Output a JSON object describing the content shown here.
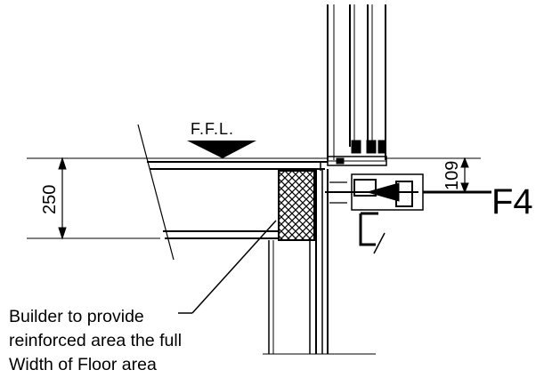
{
  "labels": {
    "floor_level": "F.F.L.",
    "dim_left": "250",
    "dim_right": "109",
    "detail_tag": "F4"
  },
  "note_lines": [
    "Builder to provide",
    "reinforced area the full",
    "Width of Floor area"
  ]
}
